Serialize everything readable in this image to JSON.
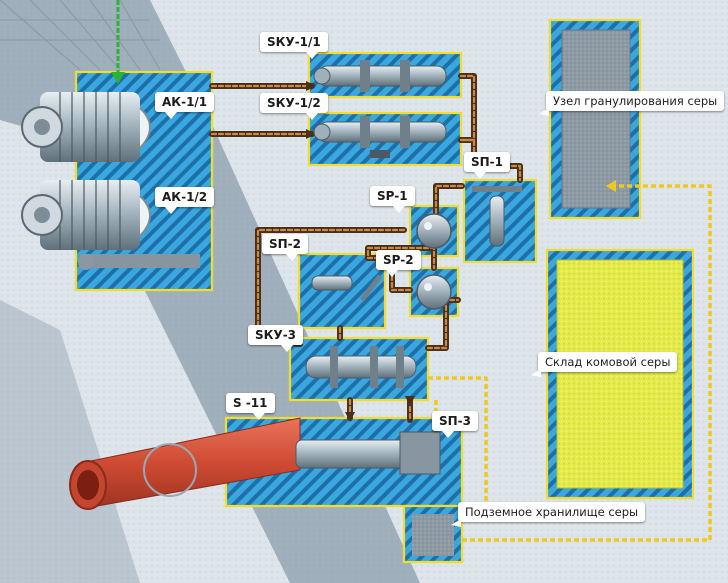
{
  "labels": {
    "ak1": "АК-1/1",
    "ak2": "АК-1/2",
    "sku1": "SКУ-1/1",
    "sku2": "SКУ-1/2",
    "sku3": "SКУ-3",
    "sp_cyr1": "SП-1",
    "sp1": "SP-1",
    "sp_cyr2": "SП-2",
    "sp2": "SP-2",
    "sp_cyr3": "SП-3",
    "s11": "S -11",
    "granulation": "Узел гранулирования серы",
    "lump_storage": "Склад комовой серы",
    "underground": "Подземное хранилище серы"
  },
  "colors": {
    "zone_fill": "#2f9fd6",
    "zone_border": "#f3dd2a",
    "pipe_dark": "#4a2e1e",
    "pipe_dash": "#c98a3a",
    "sulfur_line": "#f2c81e",
    "sulfur_storage": "#e8ec4a",
    "kiln": "#d9553a",
    "feed_arrow": "#2bb336"
  }
}
